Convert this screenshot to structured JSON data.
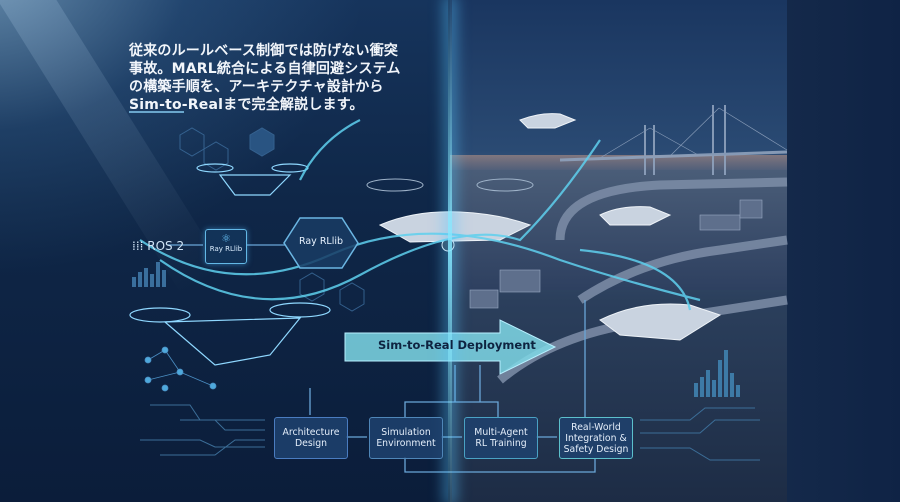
{
  "headline": {
    "lines": [
      "従来のルールベース制御では防げない衝突",
      "事故。MARL統合による自律回避システム",
      "の構築手順を、アーキテクチャ設計から",
      "Sim-to-Realまで完全解説します。"
    ]
  },
  "diagram_labels": {
    "ros": "ROS 2",
    "ray_rllib_small": "Ray RLlib",
    "ray_rllib_hex": "Ray RLlib",
    "banner": "Sim-to-Real Deployment"
  },
  "pipeline": {
    "steps": [
      {
        "line1": "Architecture",
        "line2": "Design",
        "line3": ""
      },
      {
        "line1": "Simulation",
        "line2": "Environment",
        "line3": ""
      },
      {
        "line1": "Multi-Agent",
        "line2": "RL Training",
        "line3": ""
      },
      {
        "line1": "Real-World",
        "line2": "Integration &",
        "line3": "Safety Design"
      }
    ]
  },
  "colors": {
    "background": "#0f2748",
    "accent_cyan": "#5fd0ee",
    "box_border": "#4f86b8",
    "banner_fill": "#7fd8e6"
  }
}
